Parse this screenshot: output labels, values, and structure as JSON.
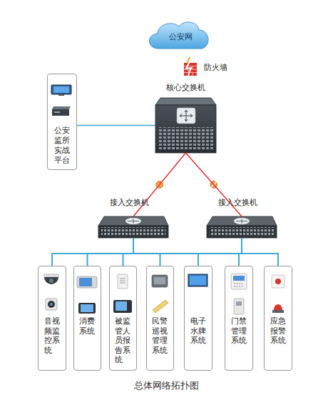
{
  "diagram": {
    "caption": "总体网络拓扑图",
    "nodes": [
      {
        "text": [
          "公安网"
        ]
      },
      {
        "text": [
          "防火墙"
        ]
      },
      {
        "text": [
          "核心交换机"
        ]
      },
      {
        "text": [
          "公安监所实战平台"
        ]
      },
      {
        "text": [
          "接入交换机"
        ]
      },
      {
        "text": [
          "接入交换机"
        ]
      },
      {
        "text": [
          "音视频监控系统"
        ]
      },
      {
        "text": [
          "消费系统"
        ]
      },
      {
        "text": [
          "被监管人员报告系统"
        ]
      },
      {
        "text": [
          "民警巡视管理系统"
        ]
      },
      {
        "text": [
          "电子水牌系统"
        ]
      },
      {
        "text": [
          "门禁管理系统"
        ]
      },
      {
        "text": [
          "应急报警系统"
        ]
      }
    ],
    "edges": [
      {
        "from": 2,
        "to": 3,
        "arrow": "none"
      },
      {
        "from": 2,
        "to": 4,
        "arrow": "none"
      },
      {
        "from": 2,
        "to": 5,
        "arrow": "none"
      },
      {
        "from": 4,
        "to": 6,
        "arrow": "none"
      },
      {
        "from": 4,
        "to": 7,
        "arrow": "none"
      },
      {
        "from": 4,
        "to": 8,
        "arrow": "none"
      },
      {
        "from": 4,
        "to": 9,
        "arrow": "none"
      },
      {
        "from": 4,
        "to": 10,
        "arrow": "none"
      },
      {
        "from": 4,
        "to": 11,
        "arrow": "none"
      },
      {
        "from": 4,
        "to": 12,
        "arrow": "none"
      },
      {
        "from": 5,
        "to": 6,
        "arrow": "none"
      },
      {
        "from": 5,
        "to": 7,
        "arrow": "none"
      },
      {
        "from": 5,
        "to": 8,
        "arrow": "none"
      },
      {
        "from": 5,
        "to": 9,
        "arrow": "none"
      },
      {
        "from": 5,
        "to": 10,
        "arrow": "none"
      },
      {
        "from": 5,
        "to": 11,
        "arrow": "none"
      },
      {
        "from": 5,
        "to": 12,
        "arrow": "none"
      }
    ]
  }
}
